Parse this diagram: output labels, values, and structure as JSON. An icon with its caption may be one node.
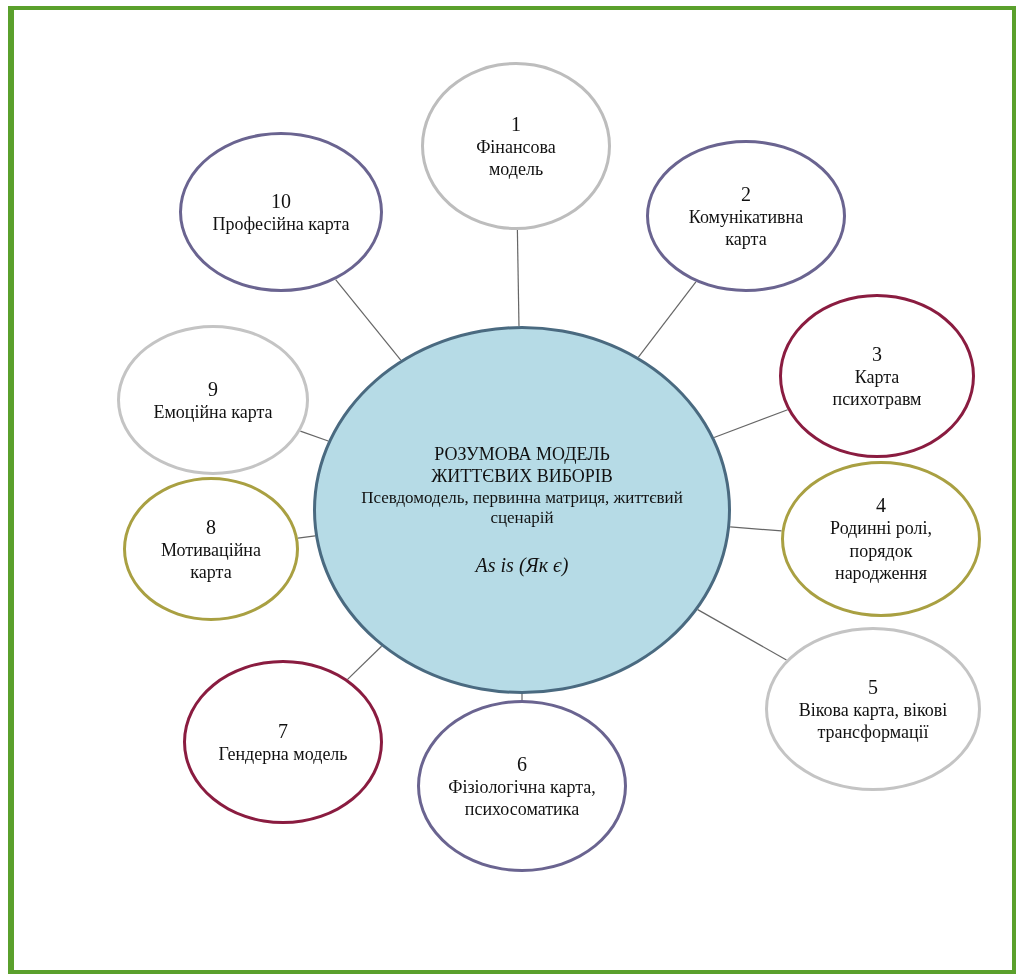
{
  "diagram": {
    "nodes": [
      {
        "text": [
          "РОЗУМОВА МОДЕЛЬ ЖИТТЄВИХ ВИБОРІВ",
          "Псевдомодель, первинна матриця, життєвий сценарій",
          "As is (Як є)"
        ]
      },
      {
        "text": [
          "1",
          "Фінансова модель"
        ]
      },
      {
        "text": [
          "2",
          "Комунікативна карта"
        ]
      },
      {
        "text": [
          "3",
          "Карта психотравм"
        ]
      },
      {
        "text": [
          "4",
          "Родинні ролі, порядок народження"
        ]
      },
      {
        "text": [
          "5",
          "Вікова карта, вікові трансформації"
        ]
      },
      {
        "text": [
          "6",
          "Фізіологічна карта, психосоматика"
        ]
      },
      {
        "text": [
          "7",
          "Гендерна модель"
        ]
      },
      {
        "text": [
          "8",
          "Мотиваційна карта"
        ]
      },
      {
        "text": [
          "9",
          "Емоційна карта"
        ]
      },
      {
        "text": [
          "10",
          "Професійна карта"
        ]
      }
    ],
    "edges": [
      {
        "from": 0,
        "to": 1,
        "arrow": "none"
      },
      {
        "from": 0,
        "to": 2,
        "arrow": "none"
      },
      {
        "from": 0,
        "to": 3,
        "arrow": "none"
      },
      {
        "from": 0,
        "to": 4,
        "arrow": "none"
      },
      {
        "from": 0,
        "to": 5,
        "arrow": "none"
      },
      {
        "from": 0,
        "to": 6,
        "arrow": "none"
      },
      {
        "from": 0,
        "to": 7,
        "arrow": "none"
      },
      {
        "from": 0,
        "to": 8,
        "arrow": "none"
      },
      {
        "from": 0,
        "to": 9,
        "arrow": "none"
      },
      {
        "from": 0,
        "to": 10,
        "arrow": "none"
      }
    ]
  }
}
